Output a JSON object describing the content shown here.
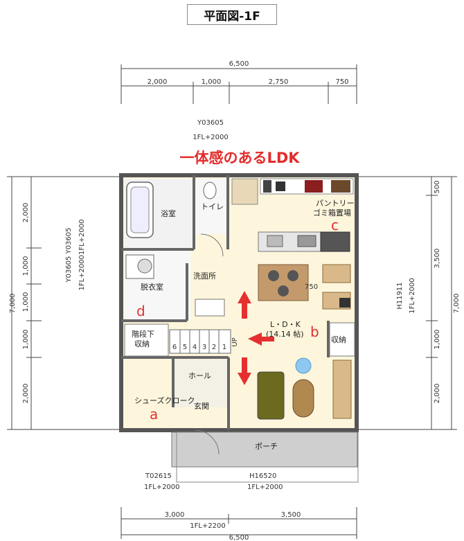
{
  "title": "平面図-1F",
  "heading": "一体感のあるLDK",
  "colors": {
    "accent_red": "#e32b2b",
    "wall": "#555555",
    "floor": "#fdf6dc",
    "wet": "#f2f2f2"
  },
  "dims_top": {
    "total": "6,500",
    "seg1": "2,000",
    "seg2": "1,000",
    "seg3": "2,750",
    "seg4": "750"
  },
  "dims_bottom": {
    "seg1": "3,000",
    "seg2": "3,500",
    "level": "1FL+2200",
    "total": "6,500"
  },
  "dims_left": {
    "total": "7,000",
    "seg1": "2,000",
    "seg2": "1,000",
    "seg3": "1,000",
    "seg4": "1,000",
    "seg5": "2,000"
  },
  "dims_right": {
    "seg1": "500",
    "seg2": "3,500",
    "seg3": "1,000",
    "seg4": "2,000",
    "total": "7,000"
  },
  "codes": {
    "top_code": "Y03605",
    "top_level": "1FL+2000",
    "left_code": "Y03605  Y03605",
    "left_level": "1FL+20001FL+2000",
    "right_code": "H11911",
    "right_level": "1FL+2000",
    "bottom_left_code": "T02615",
    "bottom_left_level": "1FL+2000",
    "bottom_mid_code": "H16520",
    "bottom_mid_level": "1FL+2000"
  },
  "rooms": {
    "bath": "浴室",
    "toilet": "トイレ",
    "pantry": "パントリー",
    "garbage": "ゴミ箱置場",
    "dressing": "脱衣室",
    "washroom": "洗面所",
    "ldk": "L・D・K",
    "ldk_size": "(14.14 帖)",
    "stair_storage_1": "階段下",
    "stair_storage_2": "収納",
    "storage": "収納",
    "hall": "ホール",
    "shoe_closet": "シューズクローク",
    "entrance": "玄関",
    "porch": "ポーチ",
    "table_dim": "750",
    "up": "UP"
  },
  "stair_steps": [
    "6",
    "5",
    "4",
    "3",
    "2",
    "1"
  ],
  "labels": {
    "a": "a",
    "b": "b",
    "c": "c",
    "d": "d"
  }
}
